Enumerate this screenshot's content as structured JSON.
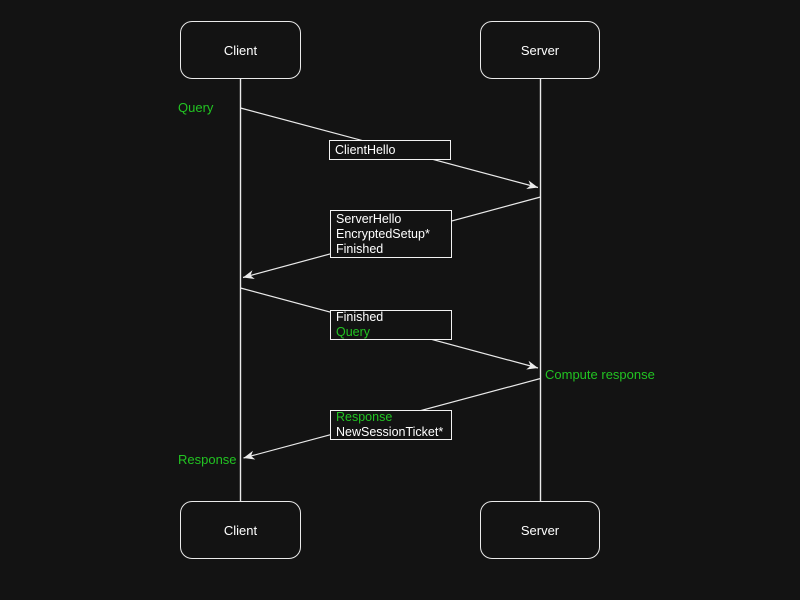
{
  "diagram": {
    "colors": {
      "background": "#131313",
      "stroke": "#eaeaea",
      "text": "#ffffff",
      "accent_green": "#22c322"
    },
    "actors": {
      "client_top": "Client",
      "server_top": "Server",
      "client_bottom": "Client",
      "server_bottom": "Server"
    },
    "notes": {
      "query": "Query",
      "compute_response": "Compute response",
      "response": "Response"
    },
    "messages": {
      "m1": {
        "from": "Client",
        "to": "Server",
        "lines": [
          {
            "text": "ClientHello",
            "color": "white"
          }
        ]
      },
      "m2": {
        "from": "Server",
        "to": "Client",
        "lines": [
          {
            "text": "ServerHello",
            "color": "white"
          },
          {
            "text": "EncryptedSetup*",
            "color": "white"
          },
          {
            "text": "Finished",
            "color": "white"
          }
        ]
      },
      "m3": {
        "from": "Client",
        "to": "Server",
        "lines": [
          {
            "text": "Finished",
            "color": "white"
          },
          {
            "text": "Query",
            "color": "green"
          }
        ]
      },
      "m4": {
        "from": "Server",
        "to": "Client",
        "lines": [
          {
            "text": "Response",
            "color": "green"
          },
          {
            "text": "NewSessionTicket*",
            "color": "white"
          }
        ]
      }
    }
  }
}
